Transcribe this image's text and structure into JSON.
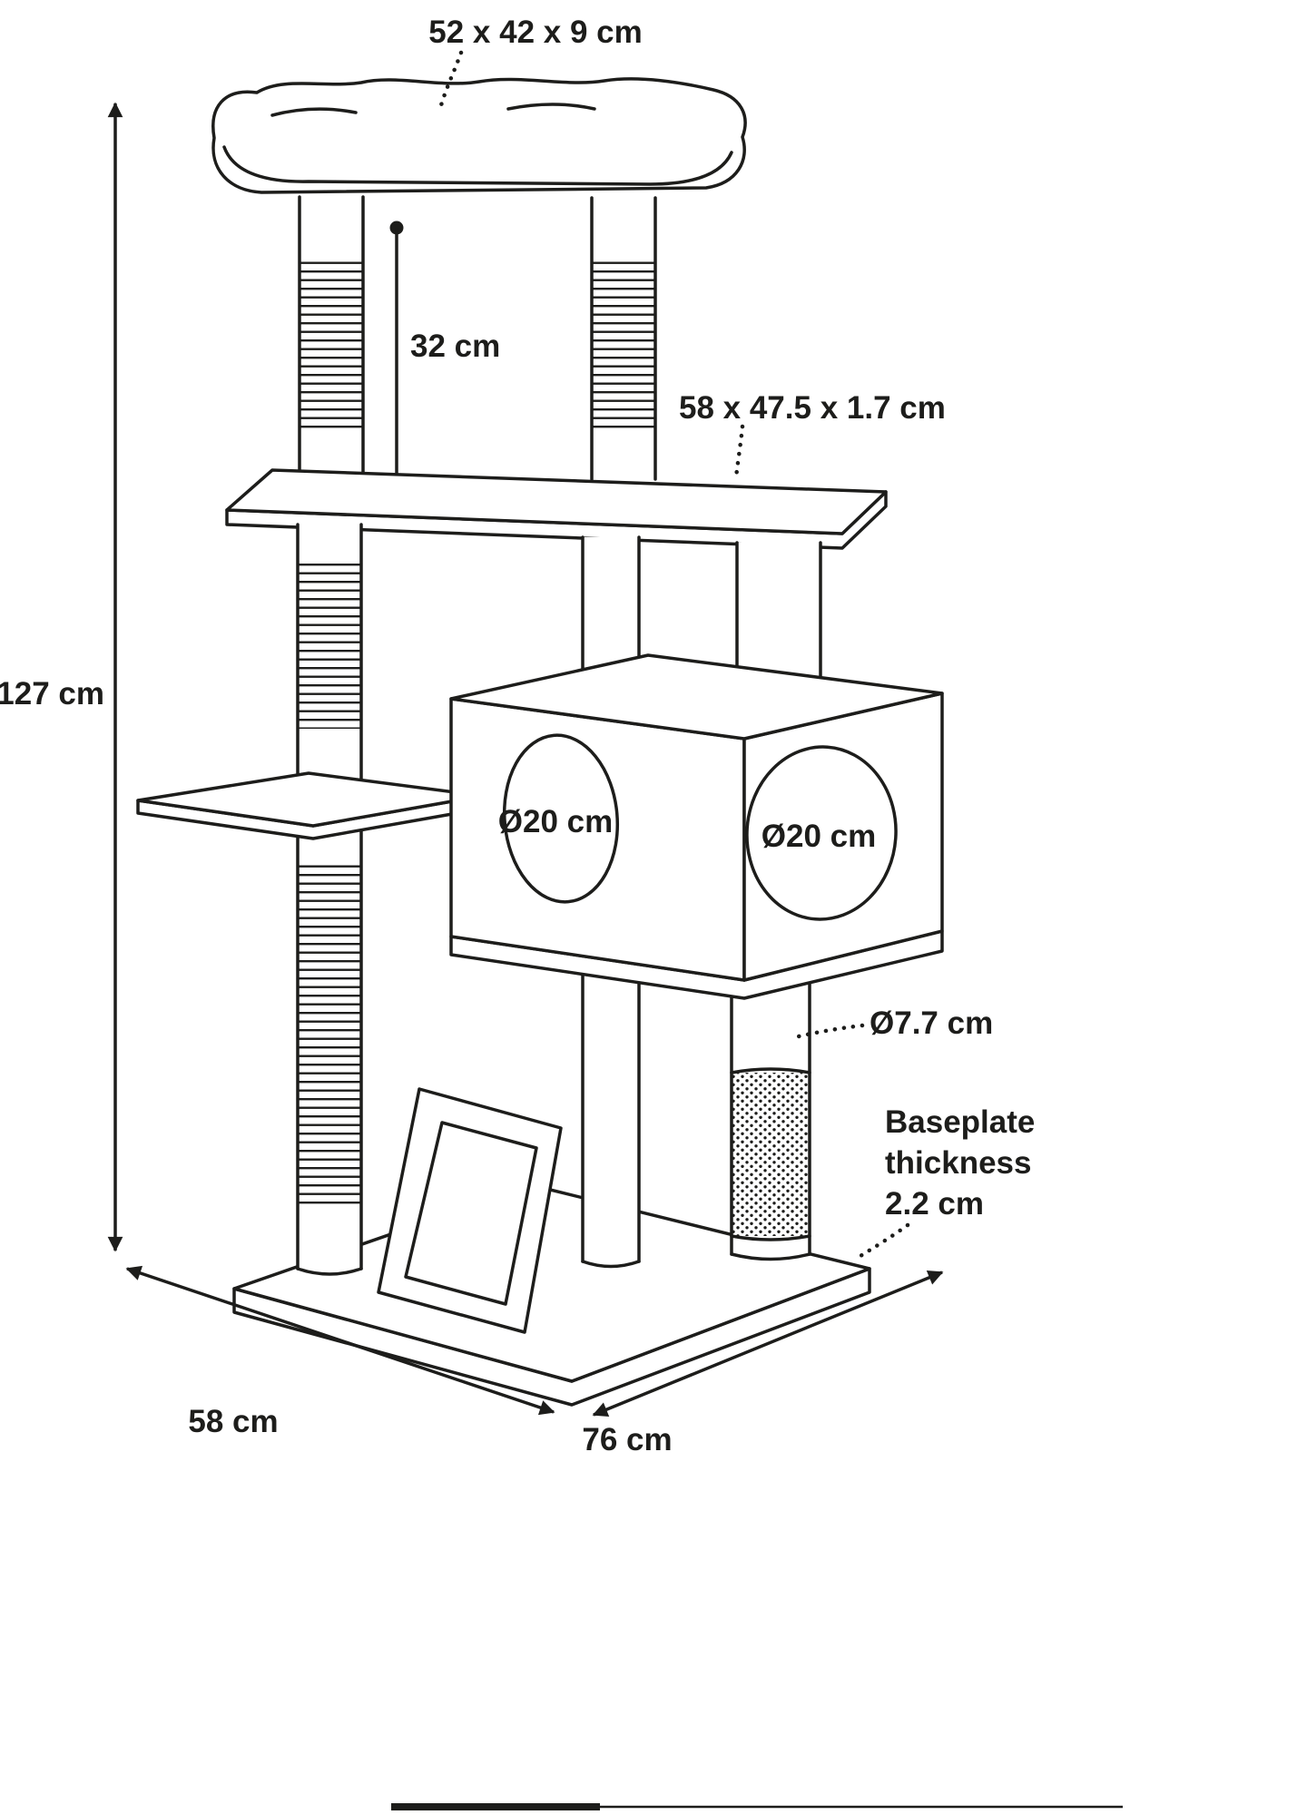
{
  "labels": {
    "bed_size": "52 x 42 x 9 cm",
    "post_height": "32 cm",
    "platform_size": "58 x 47.5 x 1.7 cm",
    "total_height": "127 cm",
    "hole_left_diameter": "Ø20 cm",
    "hole_right_diameter": "Ø20 cm",
    "post_diameter": "Ø7.7 cm",
    "baseplate_thickness": [
      "Baseplate",
      "thickness",
      "2.2 cm"
    ],
    "base_depth": "58 cm",
    "base_width": "76 cm"
  },
  "colors": {
    "outline": "#1d1d1b",
    "background": "#ffffff"
  }
}
